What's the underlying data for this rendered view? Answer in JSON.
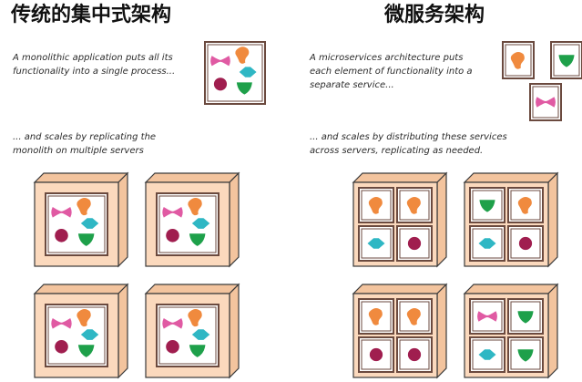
{
  "monolith": {
    "title": "传统的集中式架构",
    "caption_1": "A monolithic application puts all its\nfunctionality into a single process...",
    "caption_2": "... and scales by replicating the\nmonolith on multiple servers"
  },
  "microservices": {
    "title": "微服务架构",
    "caption_1": "A microservices architecture puts\neach element of functionality into a\nseparate service...",
    "caption_2": "... and scales by distributing these services\nacross servers, replicating as needed."
  },
  "colors": {
    "server_fill": "#fbd9bd",
    "server_side": "#f3c49e",
    "outline": "#3a3a3a",
    "frame": "#6b4a3f",
    "pink_bowtie": "#e05aa3",
    "orange_blob": "#f08a3e",
    "teal_diamond": "#2fb7c4",
    "crimson_circle": "#a01e4f",
    "green_shield": "#1ea04a"
  },
  "components": [
    "pink-bowtie",
    "orange-blob",
    "teal-diamond",
    "crimson-circle",
    "green-shield"
  ],
  "micro_servers": [
    [
      "orange-blob",
      "orange-blob",
      "teal-diamond",
      "crimson-circle"
    ],
    [
      "green-shield",
      "orange-blob",
      "teal-diamond",
      "crimson-circle"
    ],
    [
      "orange-blob",
      "orange-blob",
      "crimson-circle",
      "crimson-circle"
    ],
    [
      "pink-bowtie",
      "green-shield",
      "teal-diamond",
      "green-shield"
    ]
  ]
}
